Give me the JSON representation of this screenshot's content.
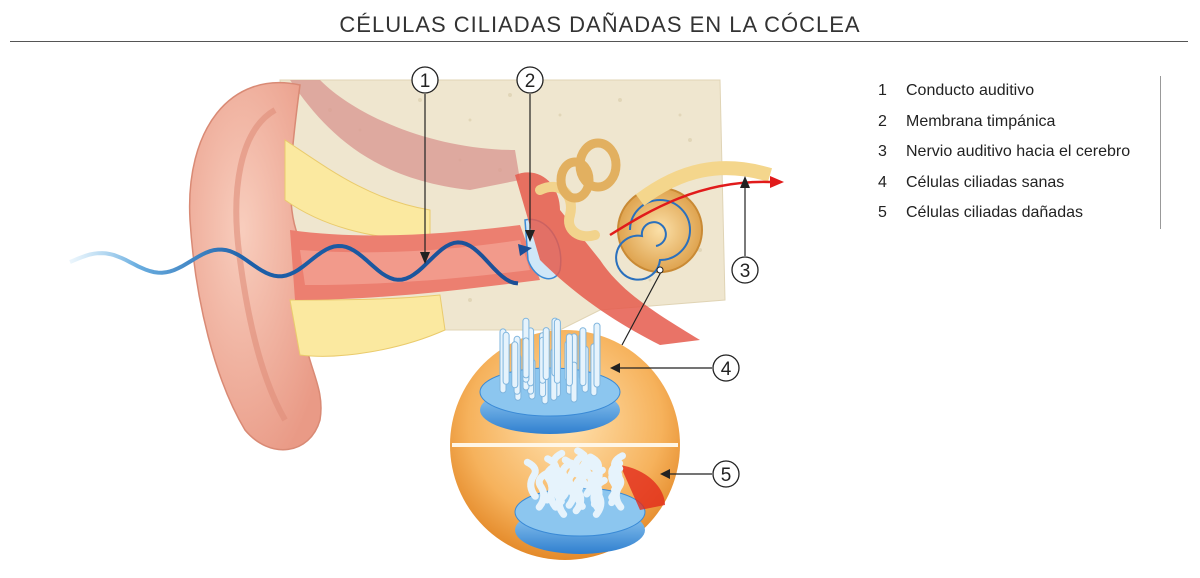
{
  "title": "CÉLULAS CILIADAS DAÑADAS EN LA CÓCLEA",
  "markers": [
    "1",
    "2",
    "3",
    "4",
    "5"
  ],
  "legend": [
    {
      "num": "1",
      "label": "Conducto auditivo"
    },
    {
      "num": "2",
      "label": "Membrana timpánica"
    },
    {
      "num": "3",
      "label": "Nervio auditivo hacia el cerebro"
    },
    {
      "num": "4",
      "label": "Células ciliadas sanas"
    },
    {
      "num": "5",
      "label": "Células ciliadas dañadas"
    }
  ],
  "colors": {
    "skin": "#f2b5a3",
    "bone": "#efe6cf",
    "fat": "#fbe9a0",
    "canal": "#e86a5c",
    "wave": "#1c5fa8",
    "cochlea": "#e8b45a",
    "nerve_arrow": "#e11b1b",
    "hair_cells": "#cfe7f8",
    "cell_base": "#3a8ad6",
    "sphere": "#f6b25c"
  }
}
